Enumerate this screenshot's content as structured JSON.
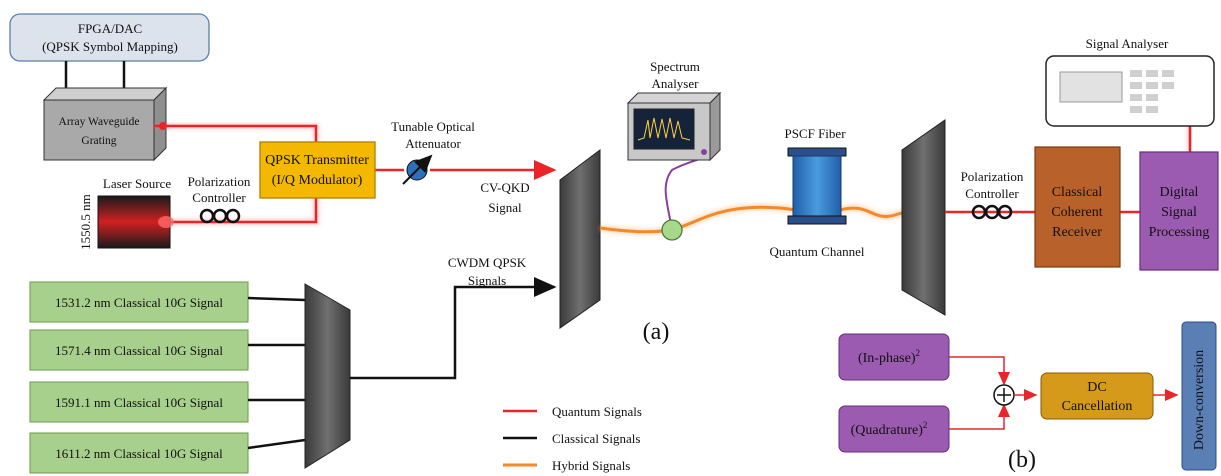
{
  "fpga": {
    "line1": "FPGA/DAC",
    "line2": "(QPSK Symbol Mapping)"
  },
  "awg": {
    "line1": "Array Waveguide",
    "line2": "Grating"
  },
  "laser": {
    "label": "Laser Source",
    "wavelength": "1550.5 nm"
  },
  "pc_left": {
    "line1": "Polarization",
    "line2": "Controller"
  },
  "qpsk_tx": {
    "line1": "QPSK Transmitter",
    "line2": "(I/Q Modulator)"
  },
  "toa": {
    "line1": "Tunable Optical",
    "line2": "Attenuator"
  },
  "cvqkd": {
    "line1": "CV-QKD",
    "line2": "Signal"
  },
  "cwdm": {
    "line1": "CWDM QPSK",
    "line2": "Signals"
  },
  "spectrum": {
    "line1": "Spectrum",
    "line2": "Analyser"
  },
  "pscf": {
    "label": "PSCF Fiber",
    "channel": "Quantum Channel"
  },
  "pc_right": {
    "line1": "Polarization",
    "line2": "Controller"
  },
  "receiver": {
    "line1": "Classical",
    "line2": "Coherent",
    "line3": "Receiver"
  },
  "dsp": {
    "line1": "Digital",
    "line2": "Signal",
    "line3": "Processing"
  },
  "signal_analyser": {
    "label": "Signal Analyser"
  },
  "classical_signals": [
    "1531.2 nm Classical 10G Signal",
    "1571.4 nm Classical 10G Signal",
    "1591.1 nm Classical 10G Signal",
    "1611.2 nm Classical 10G Signal"
  ],
  "legend": [
    {
      "label": "Quantum Signals",
      "color": "#e8262a"
    },
    {
      "label": "Classical Signals",
      "color": "#111111"
    },
    {
      "label": "Hybrid Signals",
      "color": "#f28a2a"
    }
  ],
  "panel_a": "(a)",
  "panel_b": "(b)",
  "inset": {
    "in_phase": "(In-phase)",
    "quadrature": "(Quadrature)",
    "superscript": "2",
    "dc1": "DC",
    "dc2": "Cancellation",
    "down": "Down-conversion"
  },
  "colors": {
    "green_box": "#a8d08d",
    "orange_box": "#f5b800",
    "purple_box": "#9b5bb0",
    "brown_box": "#b8612a",
    "fpga_box": "#dce3ec"
  }
}
